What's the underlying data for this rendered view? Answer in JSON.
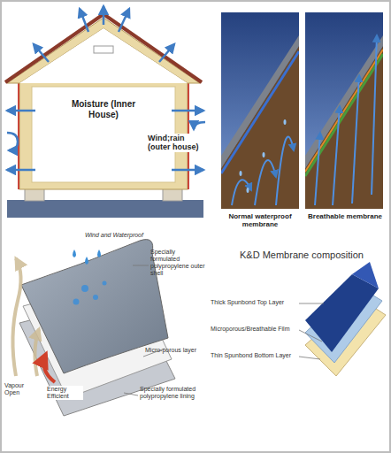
{
  "diagram": {
    "labels": [
      "Moisture (Inner House)",
      "Wind;rain (outer house)",
      "Normal waterproof membrane",
      "Breathable membrane",
      "Wind and Waterproof",
      "Specially formulated polypropylene outer shell",
      "Micro-porous layer",
      "Vapour Open",
      "Energy Efficient",
      "Specially formulated polypropylene lining",
      "K&D Membrane composition",
      "Thick Spunbond Top Layer",
      "Microporous/Breathable Film",
      "Thin Spunbond Bottom Layer"
    ]
  }
}
